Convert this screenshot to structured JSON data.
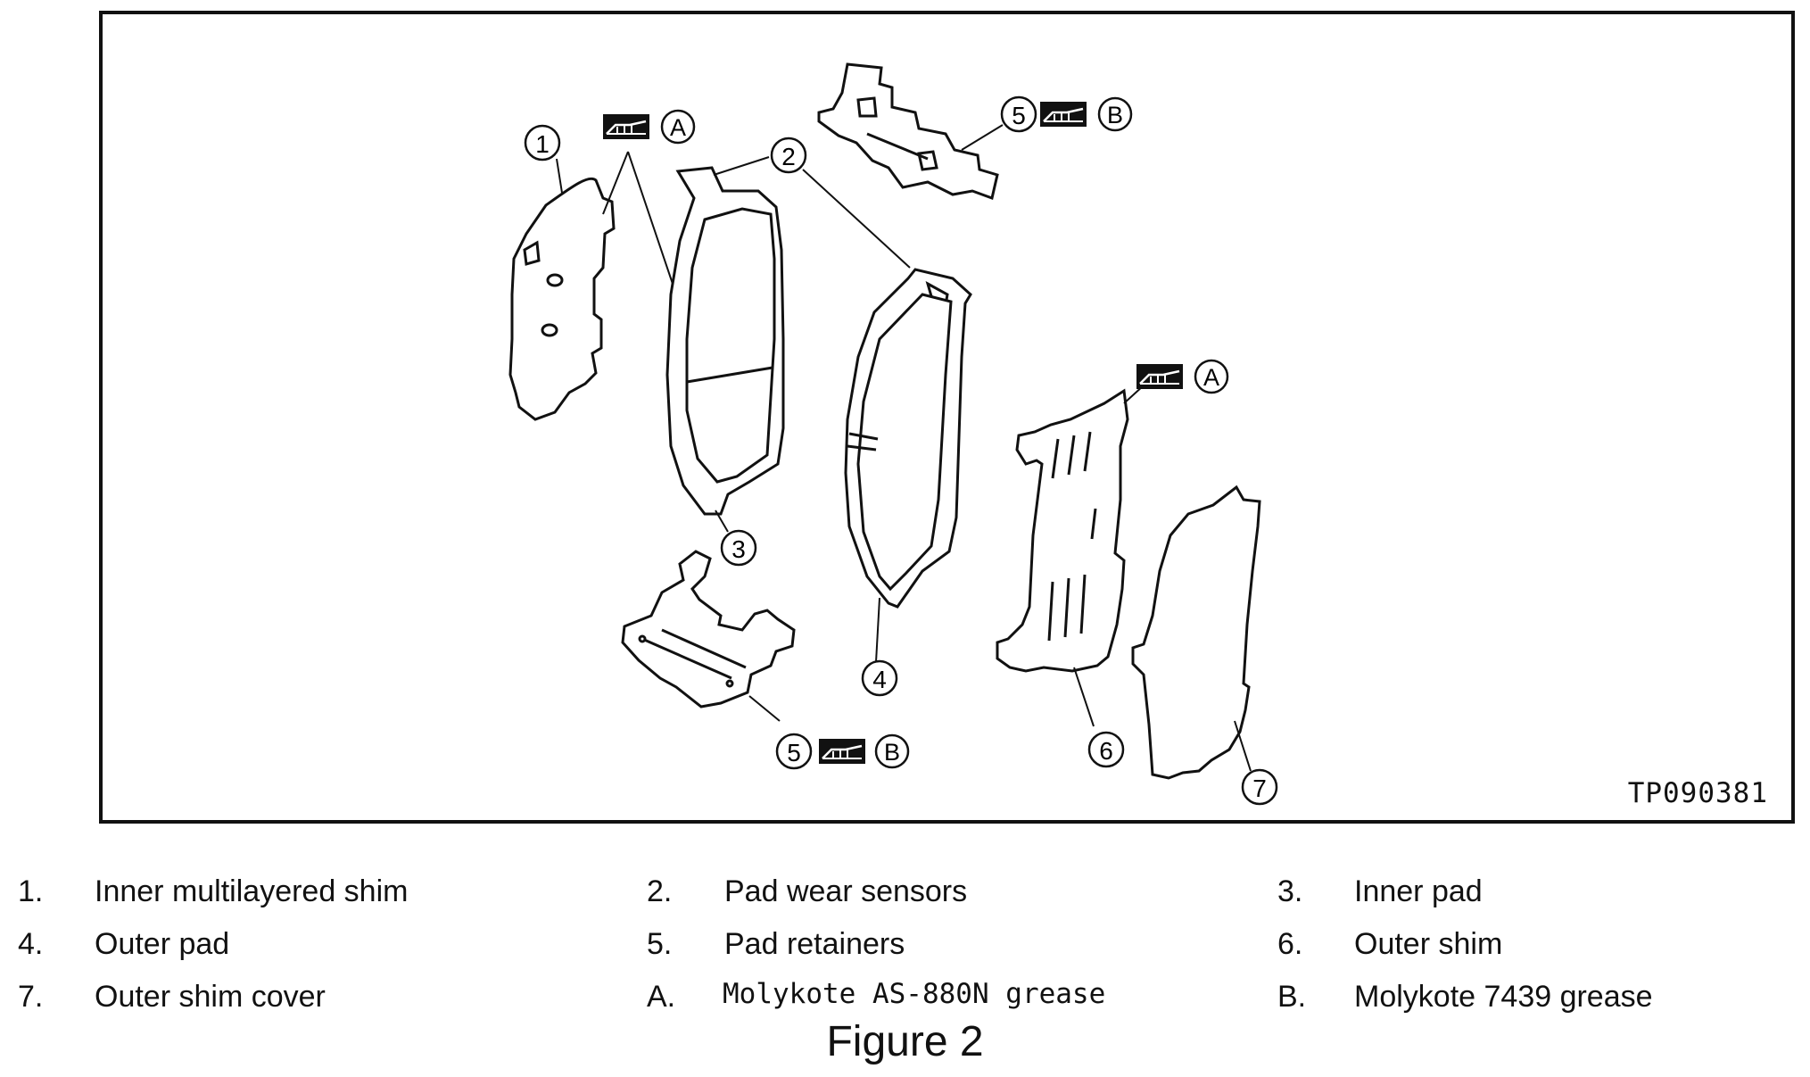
{
  "diagram": {
    "reference_code": "TP090381",
    "callouts": [
      "1",
      "2",
      "3",
      "4",
      "5",
      "5",
      "6",
      "7"
    ],
    "grease_marks": [
      "A",
      "B",
      "A",
      "B"
    ],
    "icons": [
      "grease-symbol-icon"
    ]
  },
  "legend": {
    "rows": [
      [
        {
          "num": "1.",
          "label": "Inner multilayered shim"
        },
        {
          "num": "2.",
          "label": "Pad wear sensors"
        },
        {
          "num": "3.",
          "label": "Inner pad"
        }
      ],
      [
        {
          "num": "4.",
          "label": "Outer pad"
        },
        {
          "num": "5.",
          "label": "Pad retainers"
        },
        {
          "num": "6.",
          "label": "Outer shim"
        }
      ],
      [
        {
          "num": "7.",
          "label": "Outer shim cover"
        },
        {
          "num": "A.",
          "label": "Molykote AS-880N grease"
        },
        {
          "num": "B.",
          "label": "Molykote 7439 grease"
        }
      ]
    ]
  },
  "caption": "Figure 2"
}
